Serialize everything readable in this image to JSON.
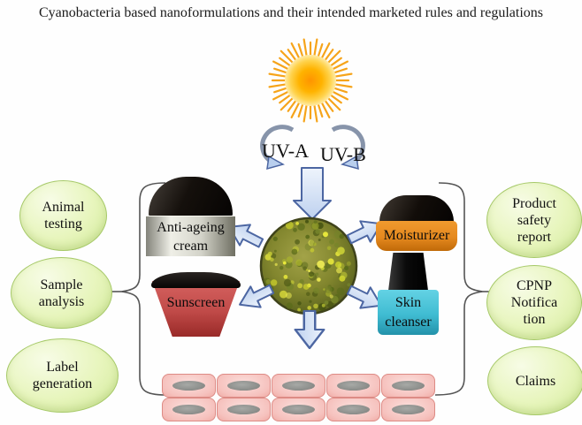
{
  "title": "Cyanobacteria based nanoformulations and their intended marketed rules and regulations",
  "uv_labels": {
    "uva": "UV-A",
    "uvb": "UV-B"
  },
  "products": {
    "anti_ageing": {
      "line1": "Anti-ageing",
      "line2": "cream"
    },
    "moisturizer": {
      "label": "Moisturizer"
    },
    "sunscreen": {
      "label": "Sunscreen"
    },
    "skin_cleanser": {
      "line1": "Skin",
      "line2": "cleanser"
    }
  },
  "left_items": [
    {
      "line1": "Animal",
      "line2": "testing"
    },
    {
      "line1": "Sample",
      "line2": "analysis"
    },
    {
      "line1": "Label",
      "line2": "generation"
    }
  ],
  "right_items": [
    {
      "line1": "Product",
      "line2": "safety",
      "line3": "report"
    },
    {
      "line1": "CPNP",
      "line2": "Notifica",
      "line3": "tion"
    },
    {
      "line1": "Claims"
    }
  ],
  "colors": {
    "ellipse_green": "#e7f5bc",
    "ellipse_border": "#a6c968",
    "arrow_blue_fill": "#cfdff5",
    "arrow_blue_stroke": "#4c66a2",
    "sun_core": "#ff9800",
    "sun_ray": "#f6a41a",
    "microscopy_olive": "#82862e",
    "jar_lid_black": "#0d0a08",
    "jar_silver": "#d9d9cf",
    "moisturizer_orange": "#e5891f",
    "sunscreen_red": "#c04a48",
    "cleanser_teal": "#40bcd2",
    "skin_cell_pink": "#f6c2be",
    "brace_gray": "#555555"
  }
}
